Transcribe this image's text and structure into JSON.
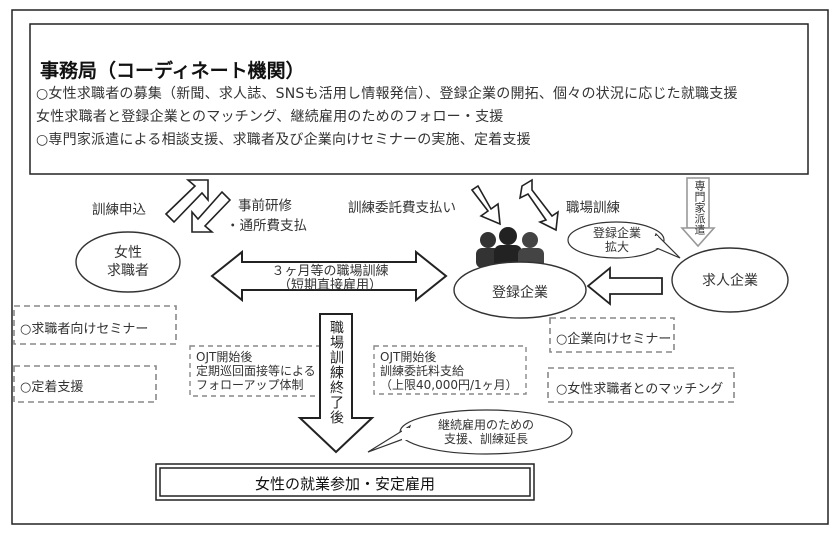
{
  "header": {
    "title": "事務局（コーディネート機関）",
    "line1": "○女性求職者の募集（新聞、求人誌、SNSも活用し情報発信）、登録企業の開拓、個々の状況に応じた就職支援",
    "line2": "女性求職者と登録企業とのマッチング、継続雇用のためのフォロー・支援",
    "line3": "○専門家派遣による相談支援、求職者及び企業向けセミナーの実施、定着支援"
  },
  "flows": {
    "apply": "訓練申込",
    "prep1": "事前研修",
    "prep2": "・通所費支払",
    "fee": "訓練委託費支払い",
    "ojt_label": "職場訓練",
    "dispatch": "専門家派遣"
  },
  "nodes": {
    "woman_line1": "女性",
    "woman_line2": "求職者",
    "company": "登録企業",
    "recruiter": "求人企業",
    "expand_line1": "登録企業",
    "expand_line2": "拡大"
  },
  "training": {
    "line1": "３ヶ月等の職場訓練",
    "line2": "（短期直接雇用）",
    "end": "職場訓練終了後"
  },
  "boxes": {
    "seminar_job": "○求職者向けセミナー",
    "settle": "○定着支援",
    "follow_l1": "OJT開始後",
    "follow_l2": "定期巡回面接等による",
    "follow_l3": "フォローアップ体制",
    "fee_l1": "OJT開始後",
    "fee_l2": "訓練委託料支給",
    "fee_l3": "（上限40,000円/1ヶ月）",
    "seminar_co": "○企業向けセミナー",
    "matching": "○女性求職者とのマッチング"
  },
  "bubble": {
    "line1": "継続雇用のための",
    "line2": "支援、訓練延長"
  },
  "result": "女性の就業参加・安定雇用"
}
